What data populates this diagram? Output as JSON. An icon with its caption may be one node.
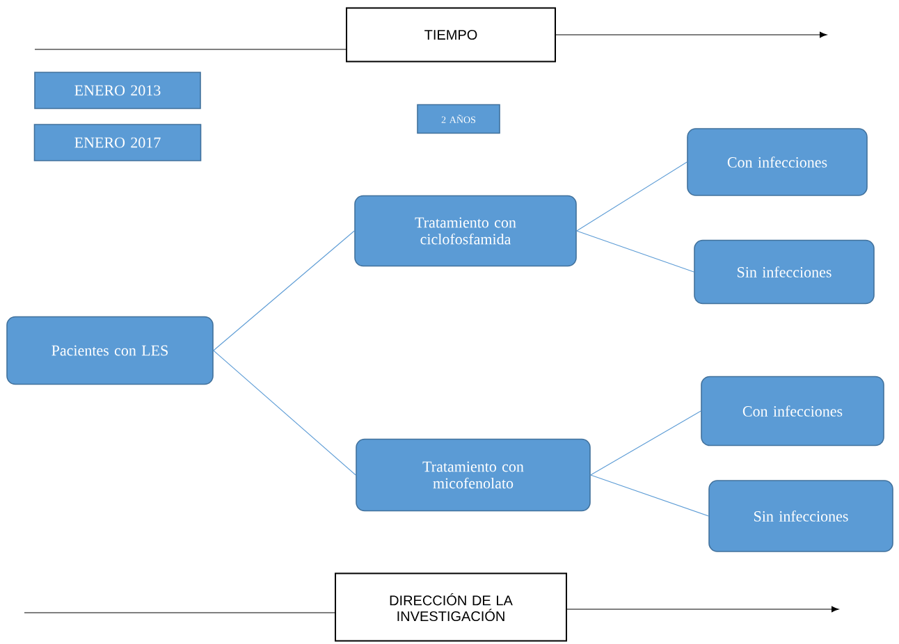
{
  "diagram": {
    "nodes": [
      {
        "text": [
          "TIEMPO"
        ]
      },
      {
        "text": [
          "ENERO 2013"
        ]
      },
      {
        "text": [
          "ENERO 2017"
        ]
      },
      {
        "text": [
          "2 AÑOS"
        ]
      },
      {
        "text": [
          "Pacientes con LES"
        ]
      },
      {
        "text": [
          "Tratamiento con ciclofosfamida"
        ]
      },
      {
        "text": [
          "Con infecciones"
        ]
      },
      {
        "text": [
          "Sin infecciones"
        ]
      },
      {
        "text": [
          "Tratamiento con micofenolato"
        ]
      },
      {
        "text": [
          "Con infecciones"
        ]
      },
      {
        "text": [
          "Sin infecciones"
        ]
      },
      {
        "text": [
          "DIRECCIÓN DE LA INVESTIGACIÓN"
        ]
      }
    ],
    "edges": [
      {
        "from": null,
        "to": 0,
        "arrow": "none",
        "color": "#000000"
      },
      {
        "from": 0,
        "to": null,
        "arrow": "to",
        "color": "#000000"
      },
      {
        "from": 4,
        "to": 5,
        "arrow": "none"
      },
      {
        "from": 4,
        "to": 8,
        "arrow": "none"
      },
      {
        "from": 5,
        "to": 6,
        "arrow": "none"
      },
      {
        "from": 5,
        "to": 7,
        "arrow": "none"
      },
      {
        "from": 8,
        "to": 9,
        "arrow": "none"
      },
      {
        "from": 8,
        "to": 10,
        "arrow": "none"
      },
      {
        "from": null,
        "to": 11,
        "arrow": "none",
        "color": "#000000"
      },
      {
        "from": 11,
        "to": null,
        "arrow": "to",
        "color": "#000000"
      }
    ]
  }
}
